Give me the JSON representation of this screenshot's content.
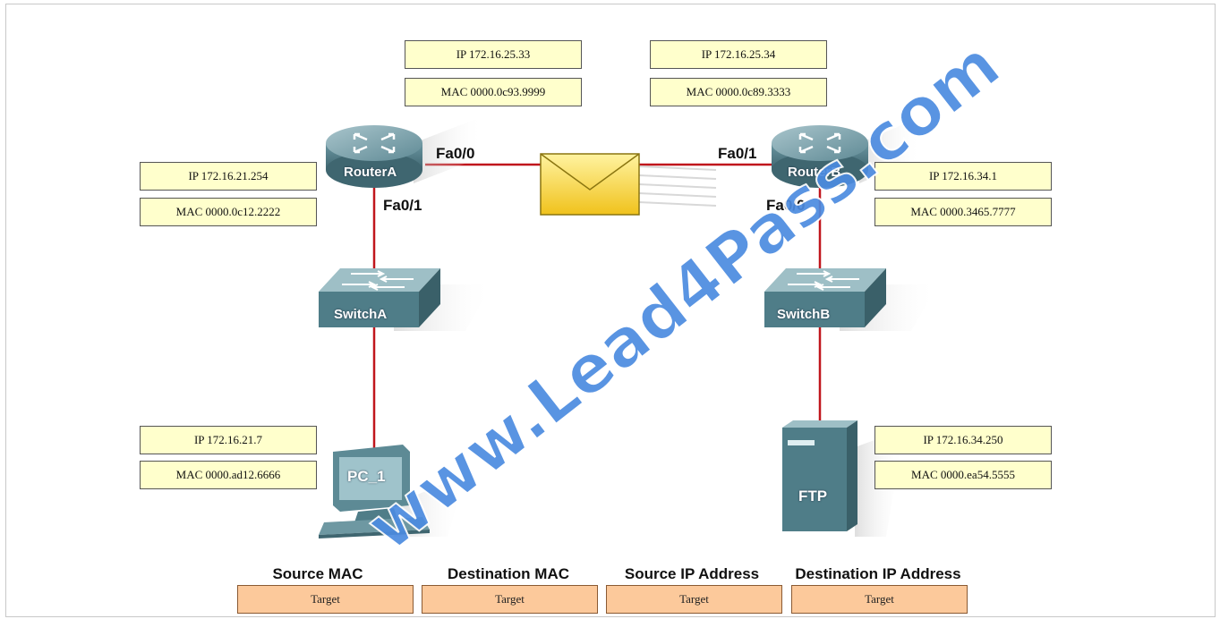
{
  "routerA": {
    "name": "RouterA",
    "fa00_label": "Fa0/0",
    "fa01_label": "Fa0/1",
    "fa00": {
      "ip": "IP 172.16.25.33",
      "mac": "MAC 0000.0c93.9999"
    },
    "fa01": {
      "ip": "IP 172.16.21.254",
      "mac": "MAC 0000.0c12.2222"
    }
  },
  "routerB": {
    "name": "RouterB",
    "fa01_label": "Fa0/1",
    "fa00_label": "Fa0/0",
    "fa01": {
      "ip": "IP 172.16.25.34",
      "mac": "MAC 0000.0c89.3333"
    },
    "fa00": {
      "ip": "IP 172.16.34.1",
      "mac": "MAC 0000.3465.7777"
    }
  },
  "switchA": {
    "name": "SwitchA"
  },
  "switchB": {
    "name": "SwitchB"
  },
  "pc1": {
    "name": "PC_1",
    "ip": "IP 172.16.21.7",
    "mac": "MAC 0000.ad12.6666"
  },
  "ftp": {
    "name": "FTP",
    "ip": "IP 172.16.34.250",
    "mac": "MAC 0000.ea54.5555"
  },
  "table": {
    "headers": [
      "Source MAC",
      "Destination MAC",
      "Source IP Address",
      "Destination IP Address"
    ],
    "targets": [
      "Target",
      "Target",
      "Target",
      "Target"
    ]
  },
  "watermark": "www.Lead4Pass.com",
  "colors": {
    "link": "#c0161c",
    "box": "#ffffcc",
    "target": "#fcc99b",
    "device": "#4f7d88",
    "watermark": "#4c8be0"
  }
}
